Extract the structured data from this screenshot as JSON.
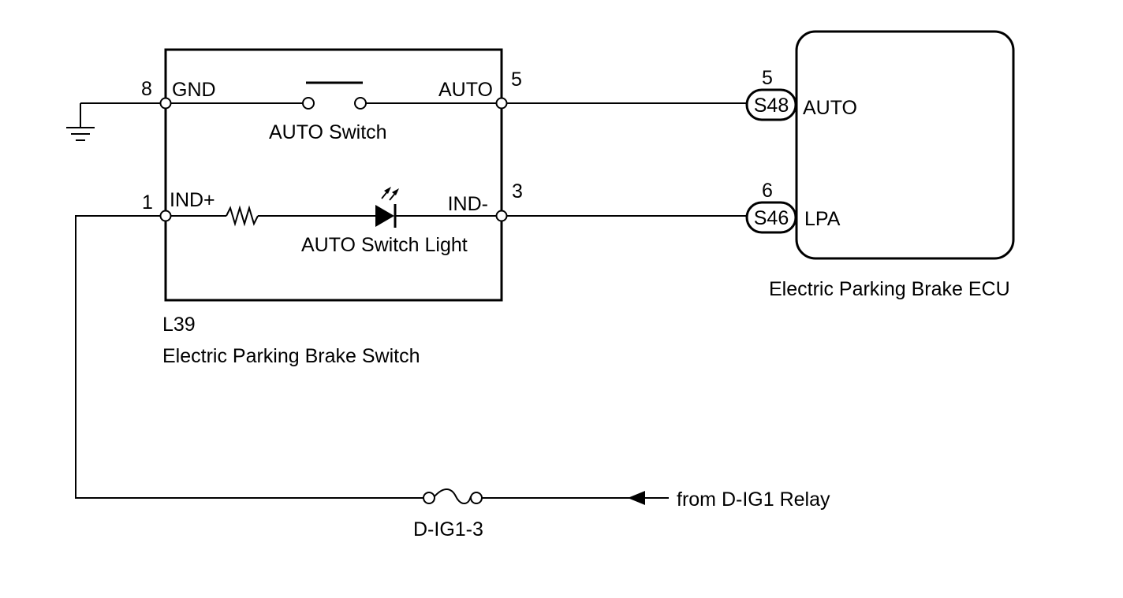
{
  "switch_unit": {
    "code": "L39",
    "name": "Electric Parking Brake Switch",
    "pins": {
      "gnd": {
        "number": "8",
        "label": "GND"
      },
      "auto": {
        "number": "5",
        "label": "AUTO"
      },
      "ind_plus": {
        "number": "1",
        "label": "IND+"
      },
      "ind_minus": {
        "number": "3",
        "label": "IND-"
      }
    },
    "auto_switch_label": "AUTO Switch",
    "auto_switch_light_label": "AUTO Switch Light"
  },
  "ecu": {
    "name": "Electric Parking Brake ECU",
    "pins": {
      "auto": {
        "number": "5",
        "connector": "S48",
        "label": "AUTO"
      },
      "lpa": {
        "number": "6",
        "connector": "S46",
        "label": "LPA"
      }
    }
  },
  "fuse": {
    "label": "D-IG1-3"
  },
  "source": {
    "label": "from D-IG1 Relay"
  }
}
